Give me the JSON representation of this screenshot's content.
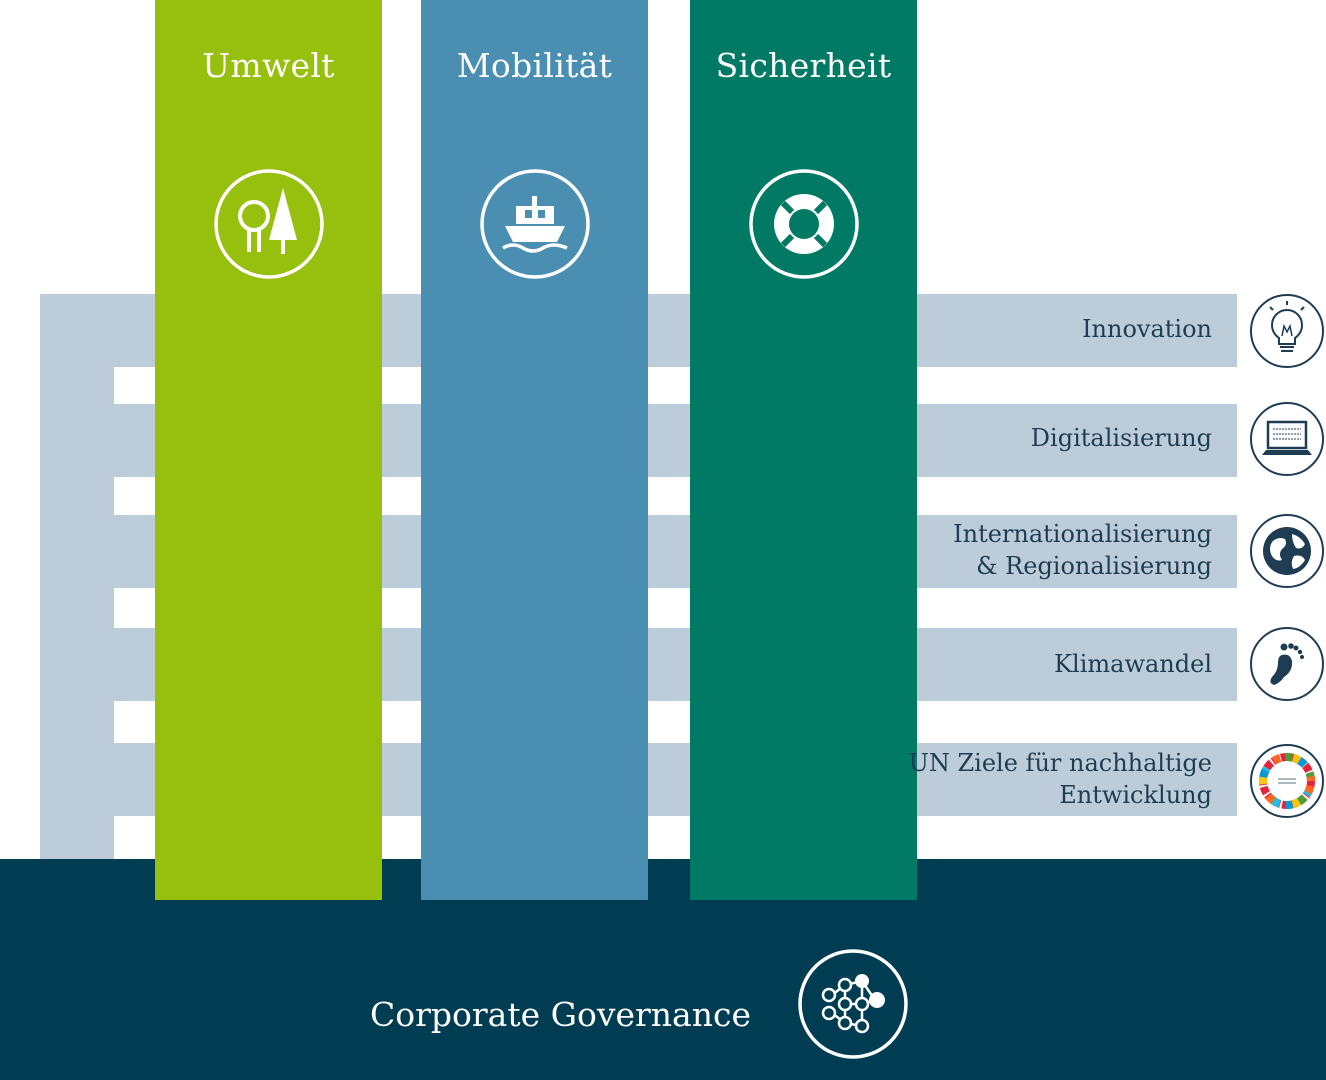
{
  "pillars": [
    {
      "title": "Umwelt",
      "icon": "tree-icon",
      "color": "#97bf0d"
    },
    {
      "title": "Mobilität",
      "icon": "ship-icon",
      "color": "#4a8fb1"
    },
    {
      "title": "Sicherheit",
      "icon": "lifebuoy-icon",
      "color": "#007a65"
    }
  ],
  "topics": [
    {
      "label": "Innovation",
      "icon": "lightbulb-icon"
    },
    {
      "label": "Digitalisierung",
      "icon": "laptop-icon"
    },
    {
      "line1": "Internationalisierung",
      "line2": "& Regionalisierung",
      "icon": "globe-icon"
    },
    {
      "label": "Klimawandel",
      "icon": "footprint-icon"
    },
    {
      "line1": "UN Ziele für nachhaltige",
      "line2": "Entwicklung",
      "icon": "sdg-wheel-icon"
    }
  ],
  "governance": {
    "label": "Corporate Governance",
    "icon": "network-icon",
    "color": "#003d52"
  },
  "colors": {
    "band": "#bccdd9",
    "topic_text": "#1f3d52"
  }
}
